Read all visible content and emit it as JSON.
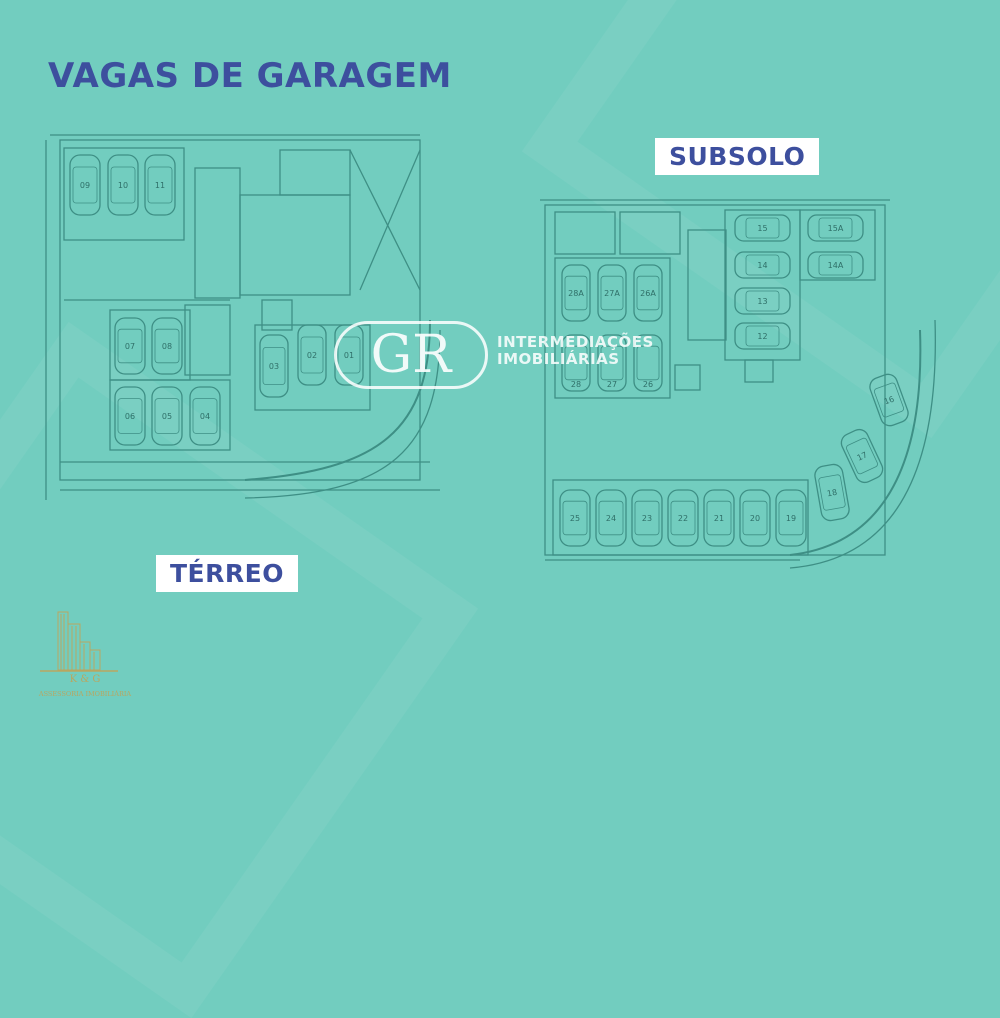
{
  "title": "VAGAS DE GARAGEM",
  "floors": {
    "terreo": {
      "label": "TÉRREO",
      "spots": [
        "09",
        "10",
        "11",
        "07",
        "08",
        "06",
        "05",
        "04",
        "03",
        "02",
        "01"
      ]
    },
    "subsolo": {
      "label": "SUBSOLO",
      "spots": [
        "15",
        "15A",
        "14",
        "14A",
        "13",
        "12",
        "28A",
        "27A",
        "26A",
        "28",
        "27",
        "26",
        "16",
        "17",
        "18",
        "25",
        "24",
        "23",
        "22",
        "21",
        "20",
        "19"
      ]
    }
  },
  "watermark": {
    "monogram": "GR",
    "line1": "INTERMEDIAÇÕES",
    "line2": "IMOBILIÁRIAS"
  },
  "logo": {
    "initials": "K & G",
    "subtitle": "ASSESSORIA IMOBILIÁRIA"
  },
  "colors": {
    "background": "#72cdbf",
    "title": "#3d4f9e",
    "plan_lines": "#3e8f85",
    "logo_gold": "#b9a660"
  }
}
